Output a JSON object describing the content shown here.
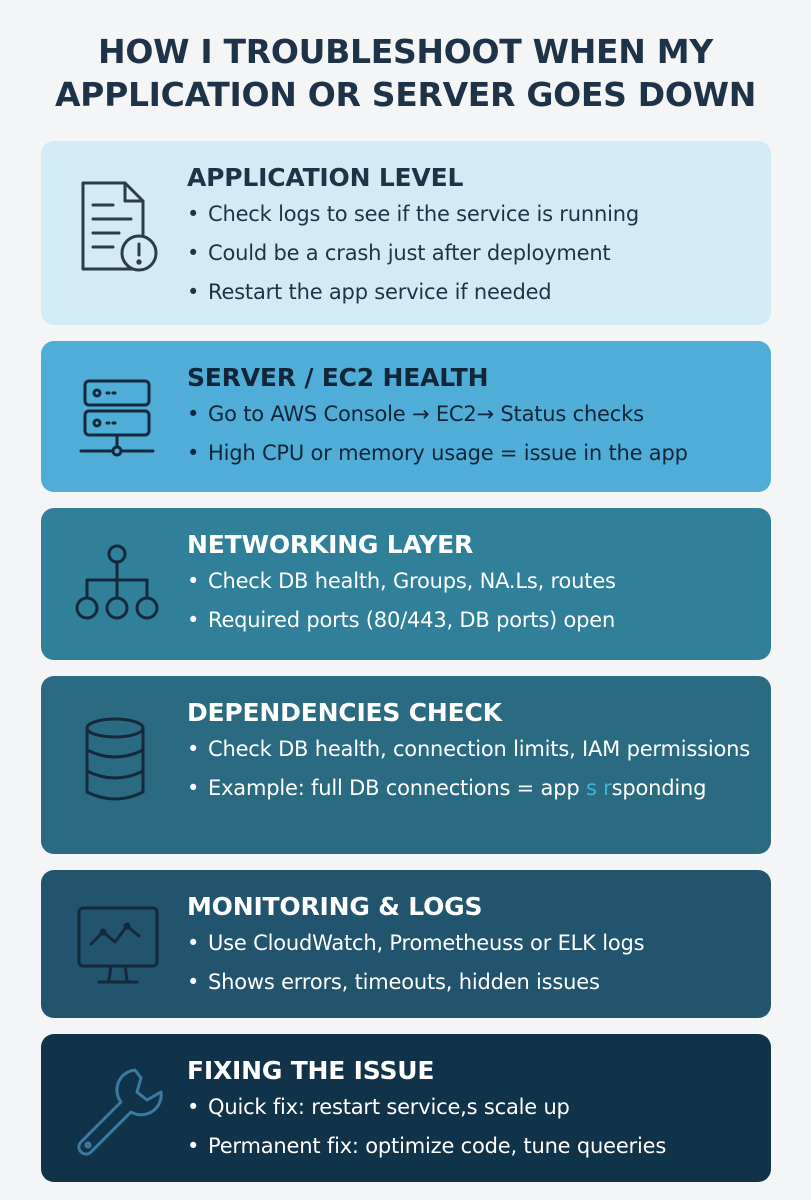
{
  "title": {
    "line1": "HOW I TROUBLESHOOT WHEN MY",
    "line2": "APPLICATION OR SERVER GOES DOWN"
  },
  "sections": [
    {
      "icon": "document-alert-icon",
      "title": "APPLICATION LEVEL",
      "bg": "#d2ebf4",
      "fg": "#1f3348",
      "bullets": [
        "Check logs to see if the service is running",
        "Could be a crash just after deployment",
        "Restart the app service if needed"
      ]
    },
    {
      "icon": "server-rack-icon",
      "title": "SERVER / EC2 HEALTH",
      "bg": "#4fadd8",
      "fg": "#12263a",
      "bullets": [
        "Go to AWS Console → EC2→ Status checks",
        "High CPU or memory usage = issue in the app"
      ]
    },
    {
      "icon": "network-hierarchy-icon",
      "title": "NETWORKING LAYER",
      "bg": "#2f8098",
      "fg": "#ffffff",
      "bullets": [
        "Check DB health, Groups, NA.Ls, routes",
        "Required ports (80/443, DB ports) open"
      ]
    },
    {
      "icon": "database-icon",
      "title": "DEPENDENCIES CHECK",
      "bg": "#2b6b82",
      "fg": "#ffffff",
      "bullets": [
        "Check DB health, connection limits, IAM permissions",
        "Example: full DB connections = app ",
        "s r",
        "sponding"
      ]
    },
    {
      "icon": "monitor-chart-icon",
      "title": "MONITORING & LOGS",
      "bg": "#22546e",
      "fg": "#ffffff",
      "bullets": [
        "Use CloudWatch, Prometheuss  or ELK logs",
        "Shows errors, timeouts, hidden issues"
      ]
    },
    {
      "icon": "wrench-icon",
      "title": "FIXING THE ISSUE",
      "bg": "#11334a",
      "fg": "#ffffff",
      "bullets": [
        "Quick fix: restart service,s  scale up",
        "Permanent fix: optimize code, tune queeries"
      ]
    }
  ]
}
